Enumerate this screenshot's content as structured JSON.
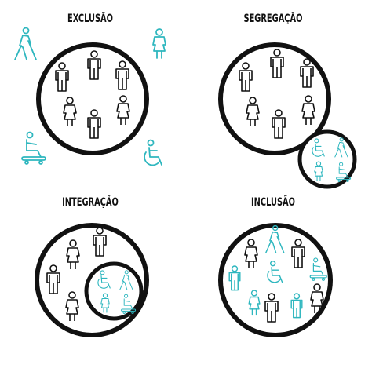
{
  "labels": {
    "exclusion": "EXCLUSÃO",
    "segregation": "SEGREGAÇÃO",
    "integration": "INTEGRAÇÃO",
    "inclusion": "INCLUSÃO"
  },
  "colors": {
    "ink": "#111111",
    "accent": "#2fb7bf",
    "background": "#ffffff"
  },
  "icons": [
    "man-icon",
    "woman-icon",
    "blind-walker-icon",
    "wheelchair-icon",
    "skateboard-person-icon"
  ]
}
